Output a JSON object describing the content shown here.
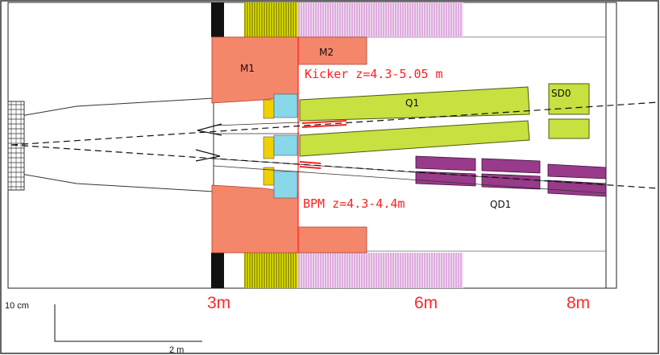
{
  "labels": {
    "m1": "M1",
    "m2": "M2",
    "q1": "Q1",
    "sd0": "SD0",
    "qd1": "QD1",
    "kicker": "Kicker z=4.3-5.05 m",
    "bpm": "BPM z=4.3-4.4m"
  },
  "distances": {
    "d3": "3m",
    "d6": "6m",
    "d8": "8m"
  },
  "scale": {
    "vertical": "10 cm",
    "horizontal": "2 m"
  },
  "colors": {
    "mask": "#f4866a",
    "q1": "#c8e040",
    "qd1": "#9a3a8a",
    "cyan": "#88d8ea",
    "yellow": "#f0d000",
    "red_text": "#ff2020",
    "pink_stripes": "#c678c6",
    "yellow_stripes": "#e8e800"
  }
}
